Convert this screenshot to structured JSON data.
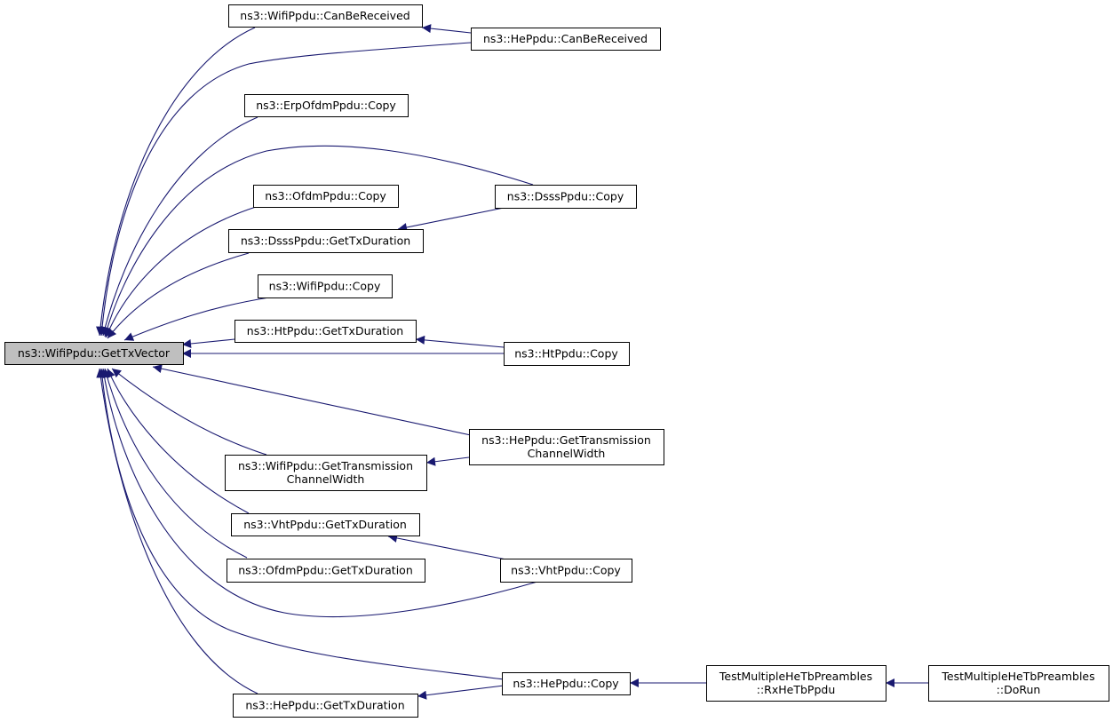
{
  "colors": {
    "edge": "#191970",
    "root_fill": "#bfbfbf",
    "node_fill": "#ffffff",
    "border": "#000000"
  },
  "nodes": {
    "root": {
      "lines": [
        "ns3::WifiPpdu::GetTxVector"
      ]
    },
    "wifi_canbereceived": {
      "lines": [
        "ns3::WifiPpdu::CanBeReceived"
      ]
    },
    "he_canbereceived": {
      "lines": [
        "ns3::HePpdu::CanBeReceived"
      ]
    },
    "erpofdm_copy": {
      "lines": [
        "ns3::ErpOfdmPpdu::Copy"
      ]
    },
    "dsss_copy": {
      "lines": [
        "ns3::DsssPpdu::Copy"
      ]
    },
    "ofdm_copy": {
      "lines": [
        "ns3::OfdmPpdu::Copy"
      ]
    },
    "dsss_gettxduration": {
      "lines": [
        "ns3::DsssPpdu::GetTxDuration"
      ]
    },
    "wifi_copy": {
      "lines": [
        "ns3::WifiPpdu::Copy"
      ]
    },
    "ht_gettxduration": {
      "lines": [
        "ns3::HtPpdu::GetTxDuration"
      ]
    },
    "ht_copy": {
      "lines": [
        "ns3::HtPpdu::Copy"
      ]
    },
    "he_gettransmission": {
      "lines": [
        "ns3::HePpdu::GetTransmission",
        "ChannelWidth"
      ]
    },
    "wifi_gettransmission": {
      "lines": [
        "ns3::WifiPpdu::GetTransmission",
        "ChannelWidth"
      ]
    },
    "vht_gettxduration": {
      "lines": [
        "ns3::VhtPpdu::GetTxDuration"
      ]
    },
    "vht_copy": {
      "lines": [
        "ns3::VhtPpdu::Copy"
      ]
    },
    "ofdm_gettxduration": {
      "lines": [
        "ns3::OfdmPpdu::GetTxDuration"
      ]
    },
    "he_copy": {
      "lines": [
        "ns3::HePpdu::Copy"
      ]
    },
    "test_rxhetbppdu": {
      "lines": [
        "TestMultipleHeTbPreambles",
        "::RxHeTbPpdu"
      ]
    },
    "test_dorun": {
      "lines": [
        "TestMultipleHeTbPreambles",
        "::DoRun"
      ]
    },
    "he_gettxduration": {
      "lines": [
        "ns3::HePpdu::GetTxDuration"
      ]
    }
  }
}
